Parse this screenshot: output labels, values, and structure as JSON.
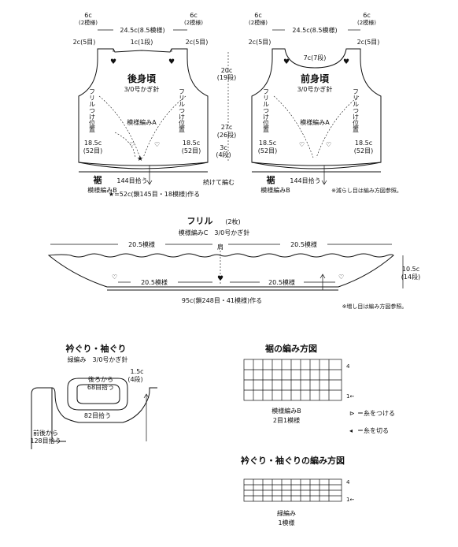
{
  "back_body": {
    "title": "後身頃",
    "hook": "3/0号かぎ針",
    "shoulder_left": "6c",
    "shoulder_left_sub": "(2模様)",
    "shoulder_right": "6c",
    "shoulder_right_sub": "(2模様)",
    "neck_width": "24.5c(8.5模様)",
    "left_arm": "2c(5目)",
    "center": "1c(1段)",
    "right_arm": "2c(5目)",
    "armhole_height": "20c",
    "armhole_rows": "(19段)",
    "body_height": "27c",
    "body_rows": "(26段)",
    "hem_height": "3c",
    "hem_rows": "(4段)",
    "pattern": "模様編みA",
    "ruffle_pos_left": "フリルつけ位置",
    "ruffle_pos_right": "フリルつけ位置",
    "side_left": "18.5c",
    "side_left_sub": "(52目)",
    "side_right": "18.5c",
    "side_right_sub": "(52目)",
    "hem_label": "裾",
    "hem_pattern": "模様編みB",
    "pickup": "144目拾う",
    "continue": "続けて編む",
    "chain_note": "★=52c(鎖145目・18模様)作る"
  },
  "front_body": {
    "title": "前身頃",
    "hook": "3/0号かぎ針",
    "shoulder_left": "6c",
    "shoulder_left_sub": "(2模様)",
    "shoulder_right": "6c",
    "shoulder_right_sub": "(2模様)",
    "neck_width": "24.5c(8.5模様)",
    "left_arm": "2c(5目)",
    "neck_depth": "7c(7段)",
    "right_arm": "2c(5目)",
    "pattern": "模様編みA",
    "ruffle_pos_left": "フリルつけ位置",
    "ruffle_pos_right": "フリルつけ位置",
    "side_left": "18.5c",
    "side_left_sub": "(52目)",
    "side_right": "18.5c",
    "side_right_sub": "(52目)",
    "hem_label": "裾",
    "hem_pattern": "模様編みB",
    "pickup": "144目拾う",
    "decrease_note": "※減らし目は編み方図参照。"
  },
  "ruffle": {
    "title": "フリル",
    "count": "(2枚)",
    "subtitle": "模様編みC　3/0号かぎ針",
    "top_left": "20.5模様",
    "top_right": "20.5模様",
    "center_mark": "肩",
    "bottom_left": "20.5模様",
    "bottom_right": "20.5模様",
    "height": "10.5c",
    "height_rows": "(14段)",
    "chain": "95c(鎖248目・41模様)作る",
    "increase_note": "※増し目は編み方図参照。"
  },
  "edging": {
    "title": "衿ぐり・袖ぐり",
    "subtitle": "緑編み　3/0号かぎ針",
    "back_from": "後ろから",
    "back_pickup": "68目拾う",
    "depth": "1.5c",
    "depth_rows": "(4段)",
    "neck_pickup": "82目拾う",
    "front_back_from": "前後から",
    "arm_pickup": "128目拾う"
  },
  "hem_chart": {
    "title": "裾の編み方図",
    "row4": "4",
    "row1": "1←",
    "pattern": "模様編みB",
    "repeat": "2目1模様",
    "legend_attach": "＝糸をつける",
    "legend_cut": "＝糸を切る"
  },
  "edge_chart": {
    "title": "衿ぐり・袖ぐりの編み方図",
    "row4": "4",
    "row1": "1←",
    "pattern": "緑編み",
    "repeat": "1模様"
  }
}
